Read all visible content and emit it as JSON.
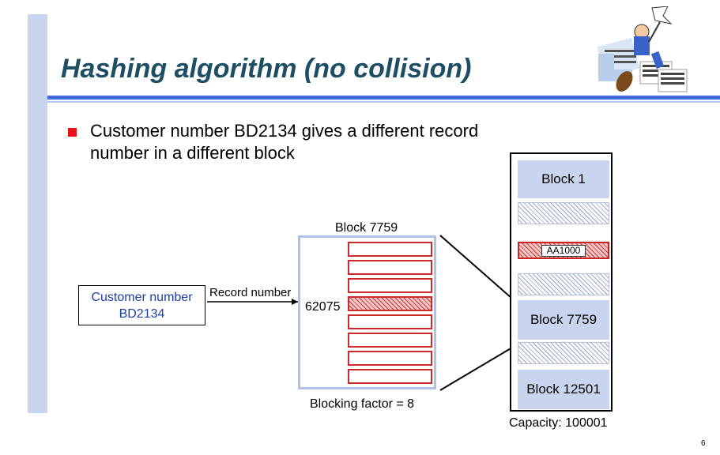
{
  "slide": {
    "title": "Hashing algorithm (no collision)",
    "bullet": "Customer number BD2134 gives a different record number in a different block",
    "page_number": "6"
  },
  "diagram": {
    "customer_box": {
      "line1": "Customer number",
      "line2": "BD2134"
    },
    "record_number_label": "Record number",
    "record_value": "62075",
    "block_title": "Block 7759",
    "blocking_factor": "Blocking factor = 8",
    "file": {
      "block1": "Block 1",
      "existing_record": "AA1000",
      "block_7759": "Block 7759",
      "block_12501": "Block 12501",
      "capacity": "Capacity: 100001"
    }
  },
  "colors": {
    "title": "#1d4e63",
    "accent_bar": "#4169e1",
    "bullet": "#e8121c",
    "record_border": "#cc2a2a",
    "block_fill": "#c9d4ef"
  }
}
